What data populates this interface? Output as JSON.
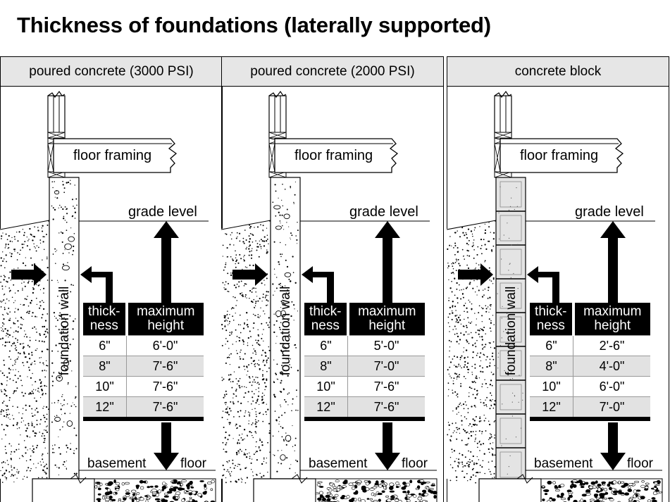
{
  "title": "Thickness of foundations (laterally supported)",
  "labels": {
    "floor_framing": "floor framing",
    "grade_level": "grade level",
    "foundation_wall": "foundation wall",
    "basement": "basement",
    "floor": "floor"
  },
  "table_headers": {
    "thickness": [
      "thick-",
      "ness"
    ],
    "max_height": [
      "maximum",
      "height"
    ]
  },
  "panels": [
    {
      "title": "poured concrete (3000 PSI)",
      "wall_type": "poured",
      "rows": [
        {
          "thickness": "6\"",
          "height": "6'-0\""
        },
        {
          "thickness": "8\"",
          "height": "7'-6\""
        },
        {
          "thickness": "10\"",
          "height": "7'-6\""
        },
        {
          "thickness": "12\"",
          "height": "7'-6\""
        }
      ]
    },
    {
      "title": "poured concrete (2000 PSI)",
      "wall_type": "poured",
      "rows": [
        {
          "thickness": "6\"",
          "height": "5'-0\""
        },
        {
          "thickness": "8\"",
          "height": "7'-0\""
        },
        {
          "thickness": "10\"",
          "height": "7'-6\""
        },
        {
          "thickness": "12\"",
          "height": "7'-6\""
        }
      ]
    },
    {
      "title": "concrete block",
      "wall_type": "block",
      "rows": [
        {
          "thickness": "6\"",
          "height": "2'-6\""
        },
        {
          "thickness": "8\"",
          "height": "4'-0\""
        },
        {
          "thickness": "10\"",
          "height": "6'-0\""
        },
        {
          "thickness": "12\"",
          "height": "7'-0\""
        }
      ]
    }
  ],
  "colors": {
    "header_bg": "#e6e6e6",
    "row_alt": "#e2e2e2",
    "block_fill": "#e4e4e4",
    "ink": "#000000"
  }
}
